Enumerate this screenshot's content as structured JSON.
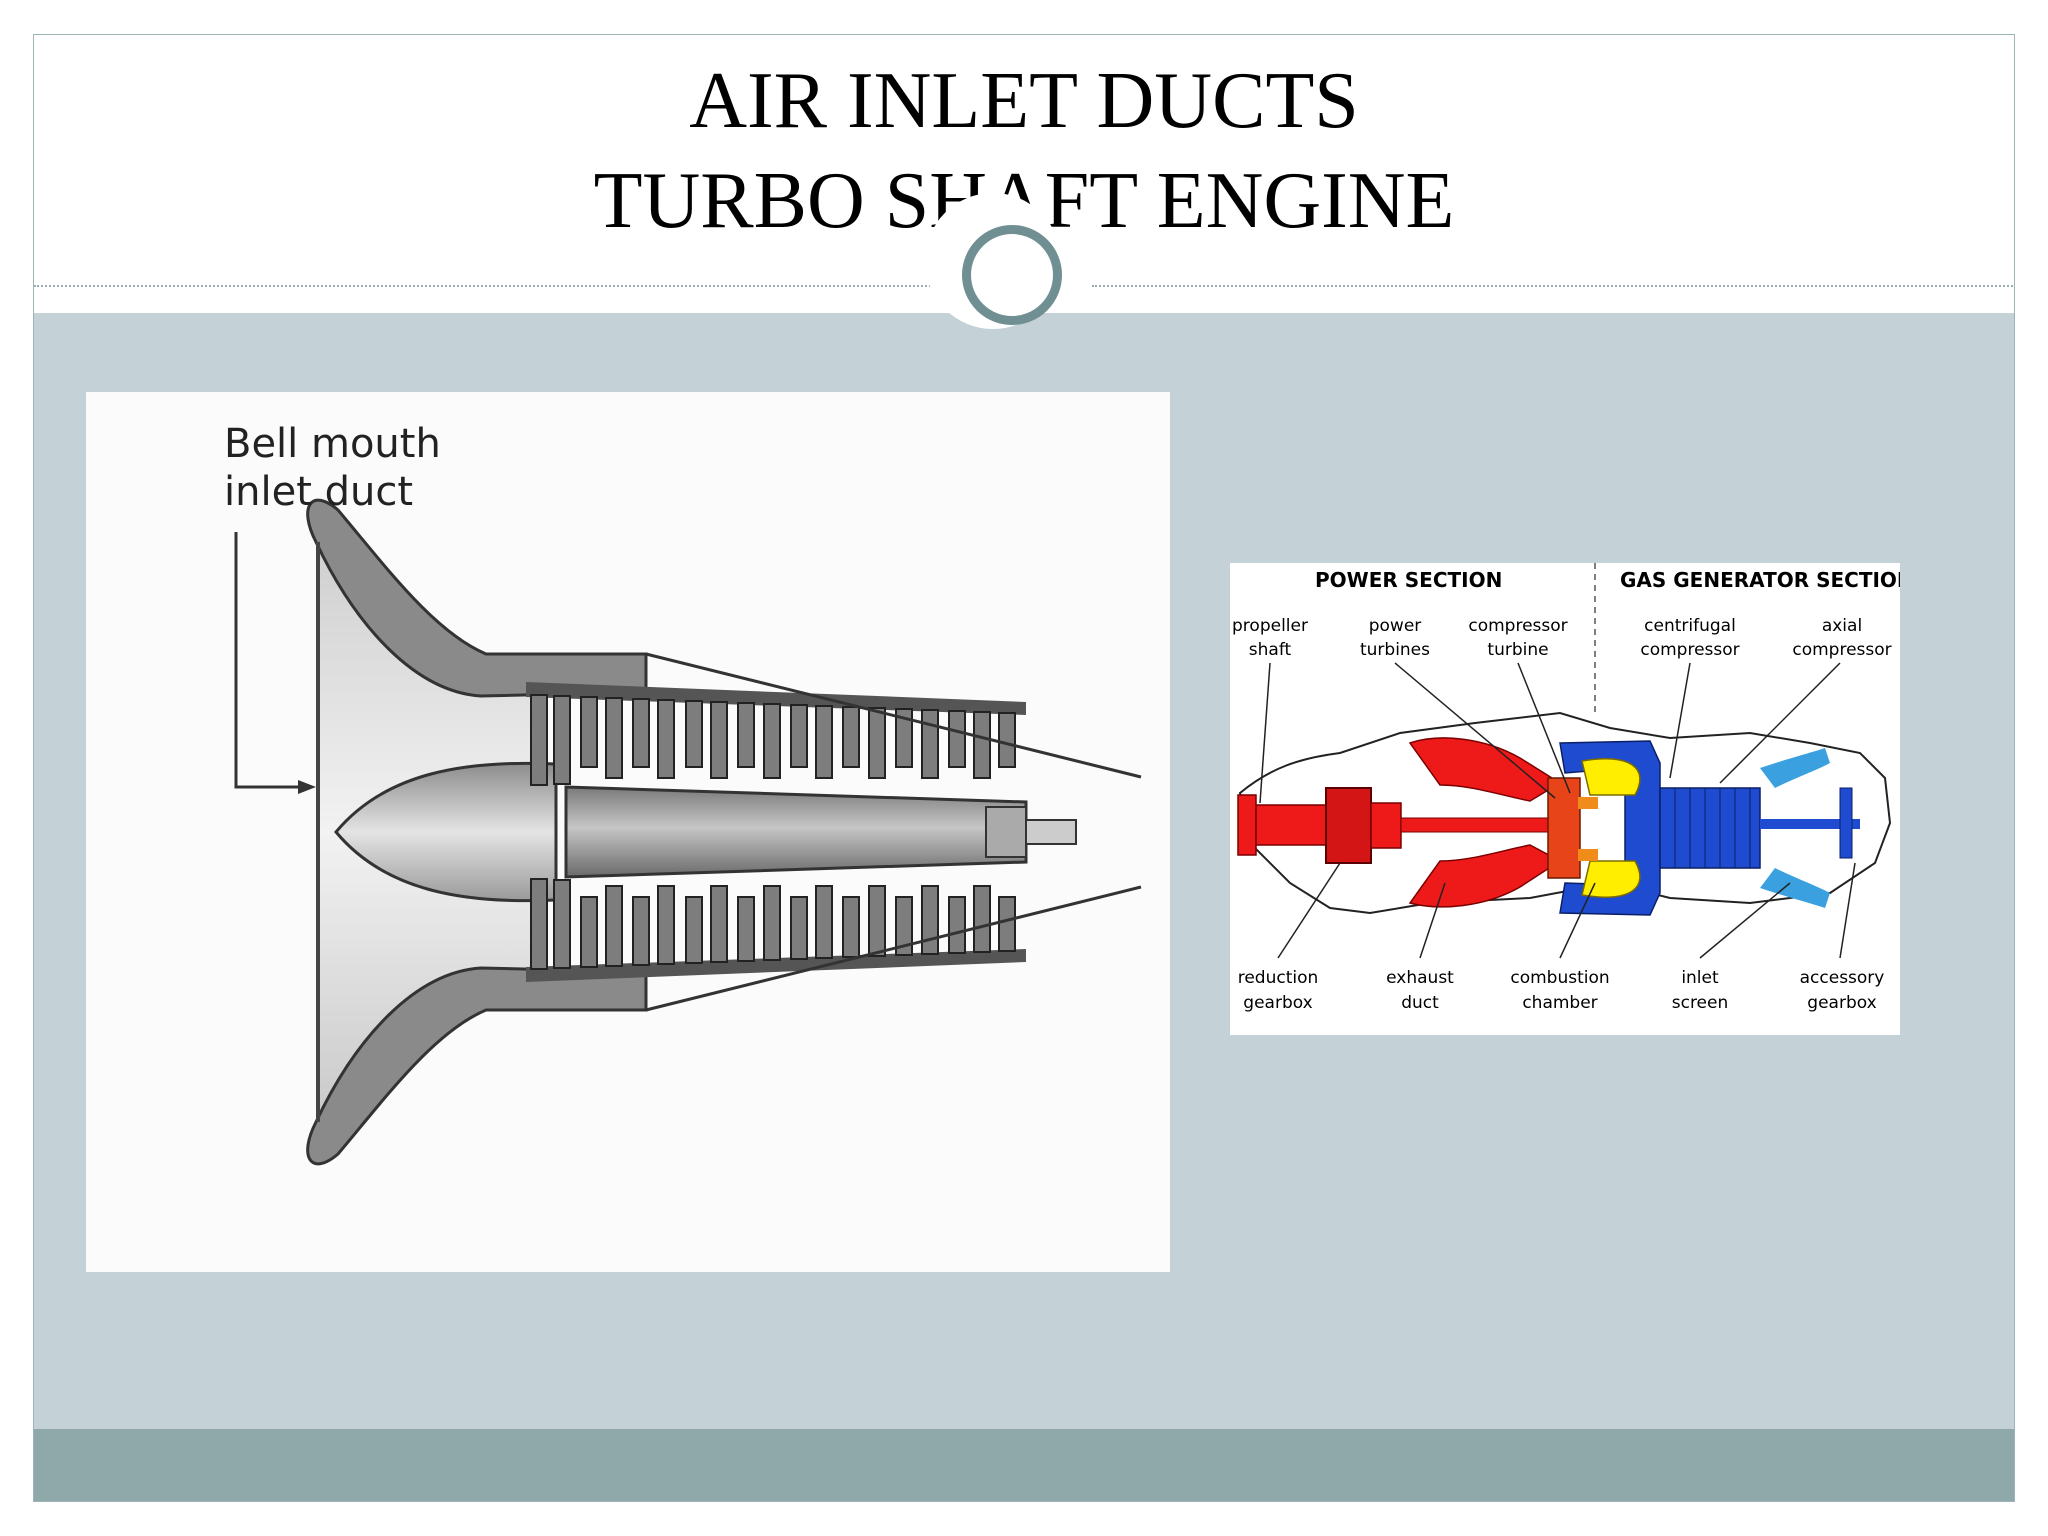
{
  "slide": {
    "title_line1": "AIR INLET DUCTS",
    "title_line2": "TURBO SHAFT ENGINE"
  },
  "colors": {
    "content_band": "#c4d1d6",
    "footer_band": "#8fa9ab",
    "accent_ring": "#6f8f92"
  },
  "bell_mouth_figure": {
    "label_line1": "Bell mouth",
    "label_line2": "inlet duct"
  },
  "turboshaft_figure": {
    "section_power": "POWER SECTION",
    "section_gas_generator": "GAS GENERATOR SECTION",
    "top_labels": [
      {
        "line1": "propeller",
        "line2": "shaft"
      },
      {
        "line1": "power",
        "line2": "turbines"
      },
      {
        "line1": "compressor",
        "line2": "turbine"
      },
      {
        "line1": "centrifugal",
        "line2": "compressor"
      },
      {
        "line1": "axial",
        "line2": "compressor"
      }
    ],
    "bottom_labels": [
      {
        "line1": "reduction",
        "line2": "gearbox"
      },
      {
        "line1": "exhaust",
        "line2": "duct"
      },
      {
        "line1": "combustion",
        "line2": "chamber"
      },
      {
        "line1": "inlet",
        "line2": "screen"
      },
      {
        "line1": "accessory",
        "line2": "gearbox"
      }
    ]
  }
}
